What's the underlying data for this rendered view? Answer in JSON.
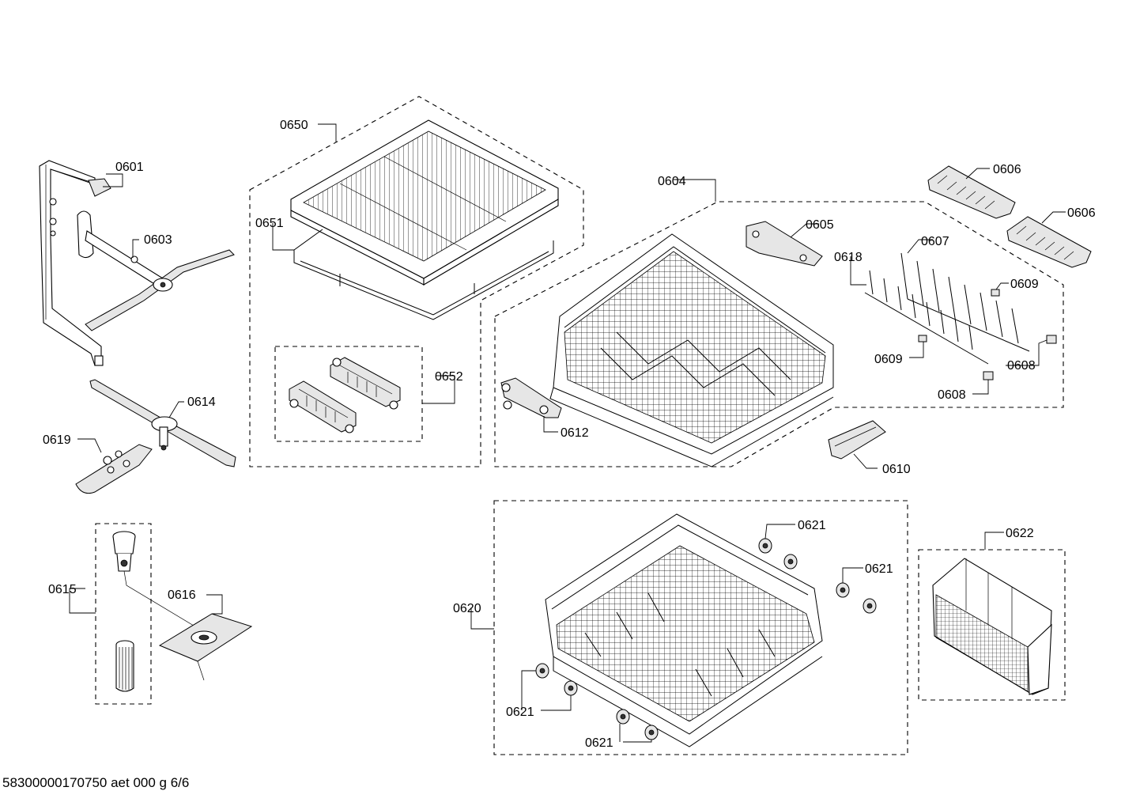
{
  "diagram": {
    "labels": {
      "p0601": "0601",
      "p0603": "0603",
      "p0614": "0614",
      "p0619": "0619",
      "p0615": "0615",
      "p0616": "0616",
      "p0650": "0650",
      "p0651": "0651",
      "p0652": "0652",
      "p0604": "0604",
      "p0605": "0605",
      "p0612": "0612",
      "p0606a": "0606",
      "p0606b": "0606",
      "p0607": "0607",
      "p0618": "0618",
      "p0609a": "0609",
      "p0609b": "0609",
      "p0608a": "0608",
      "p0608b": "0608",
      "p0610": "0610",
      "p0620": "0620",
      "p0621a": "0621",
      "p0621b": "0621",
      "p0621c": "0621",
      "p0621d": "0621",
      "p0622": "0622"
    },
    "footer": "58300000170750 aet 000 g 6/6"
  }
}
